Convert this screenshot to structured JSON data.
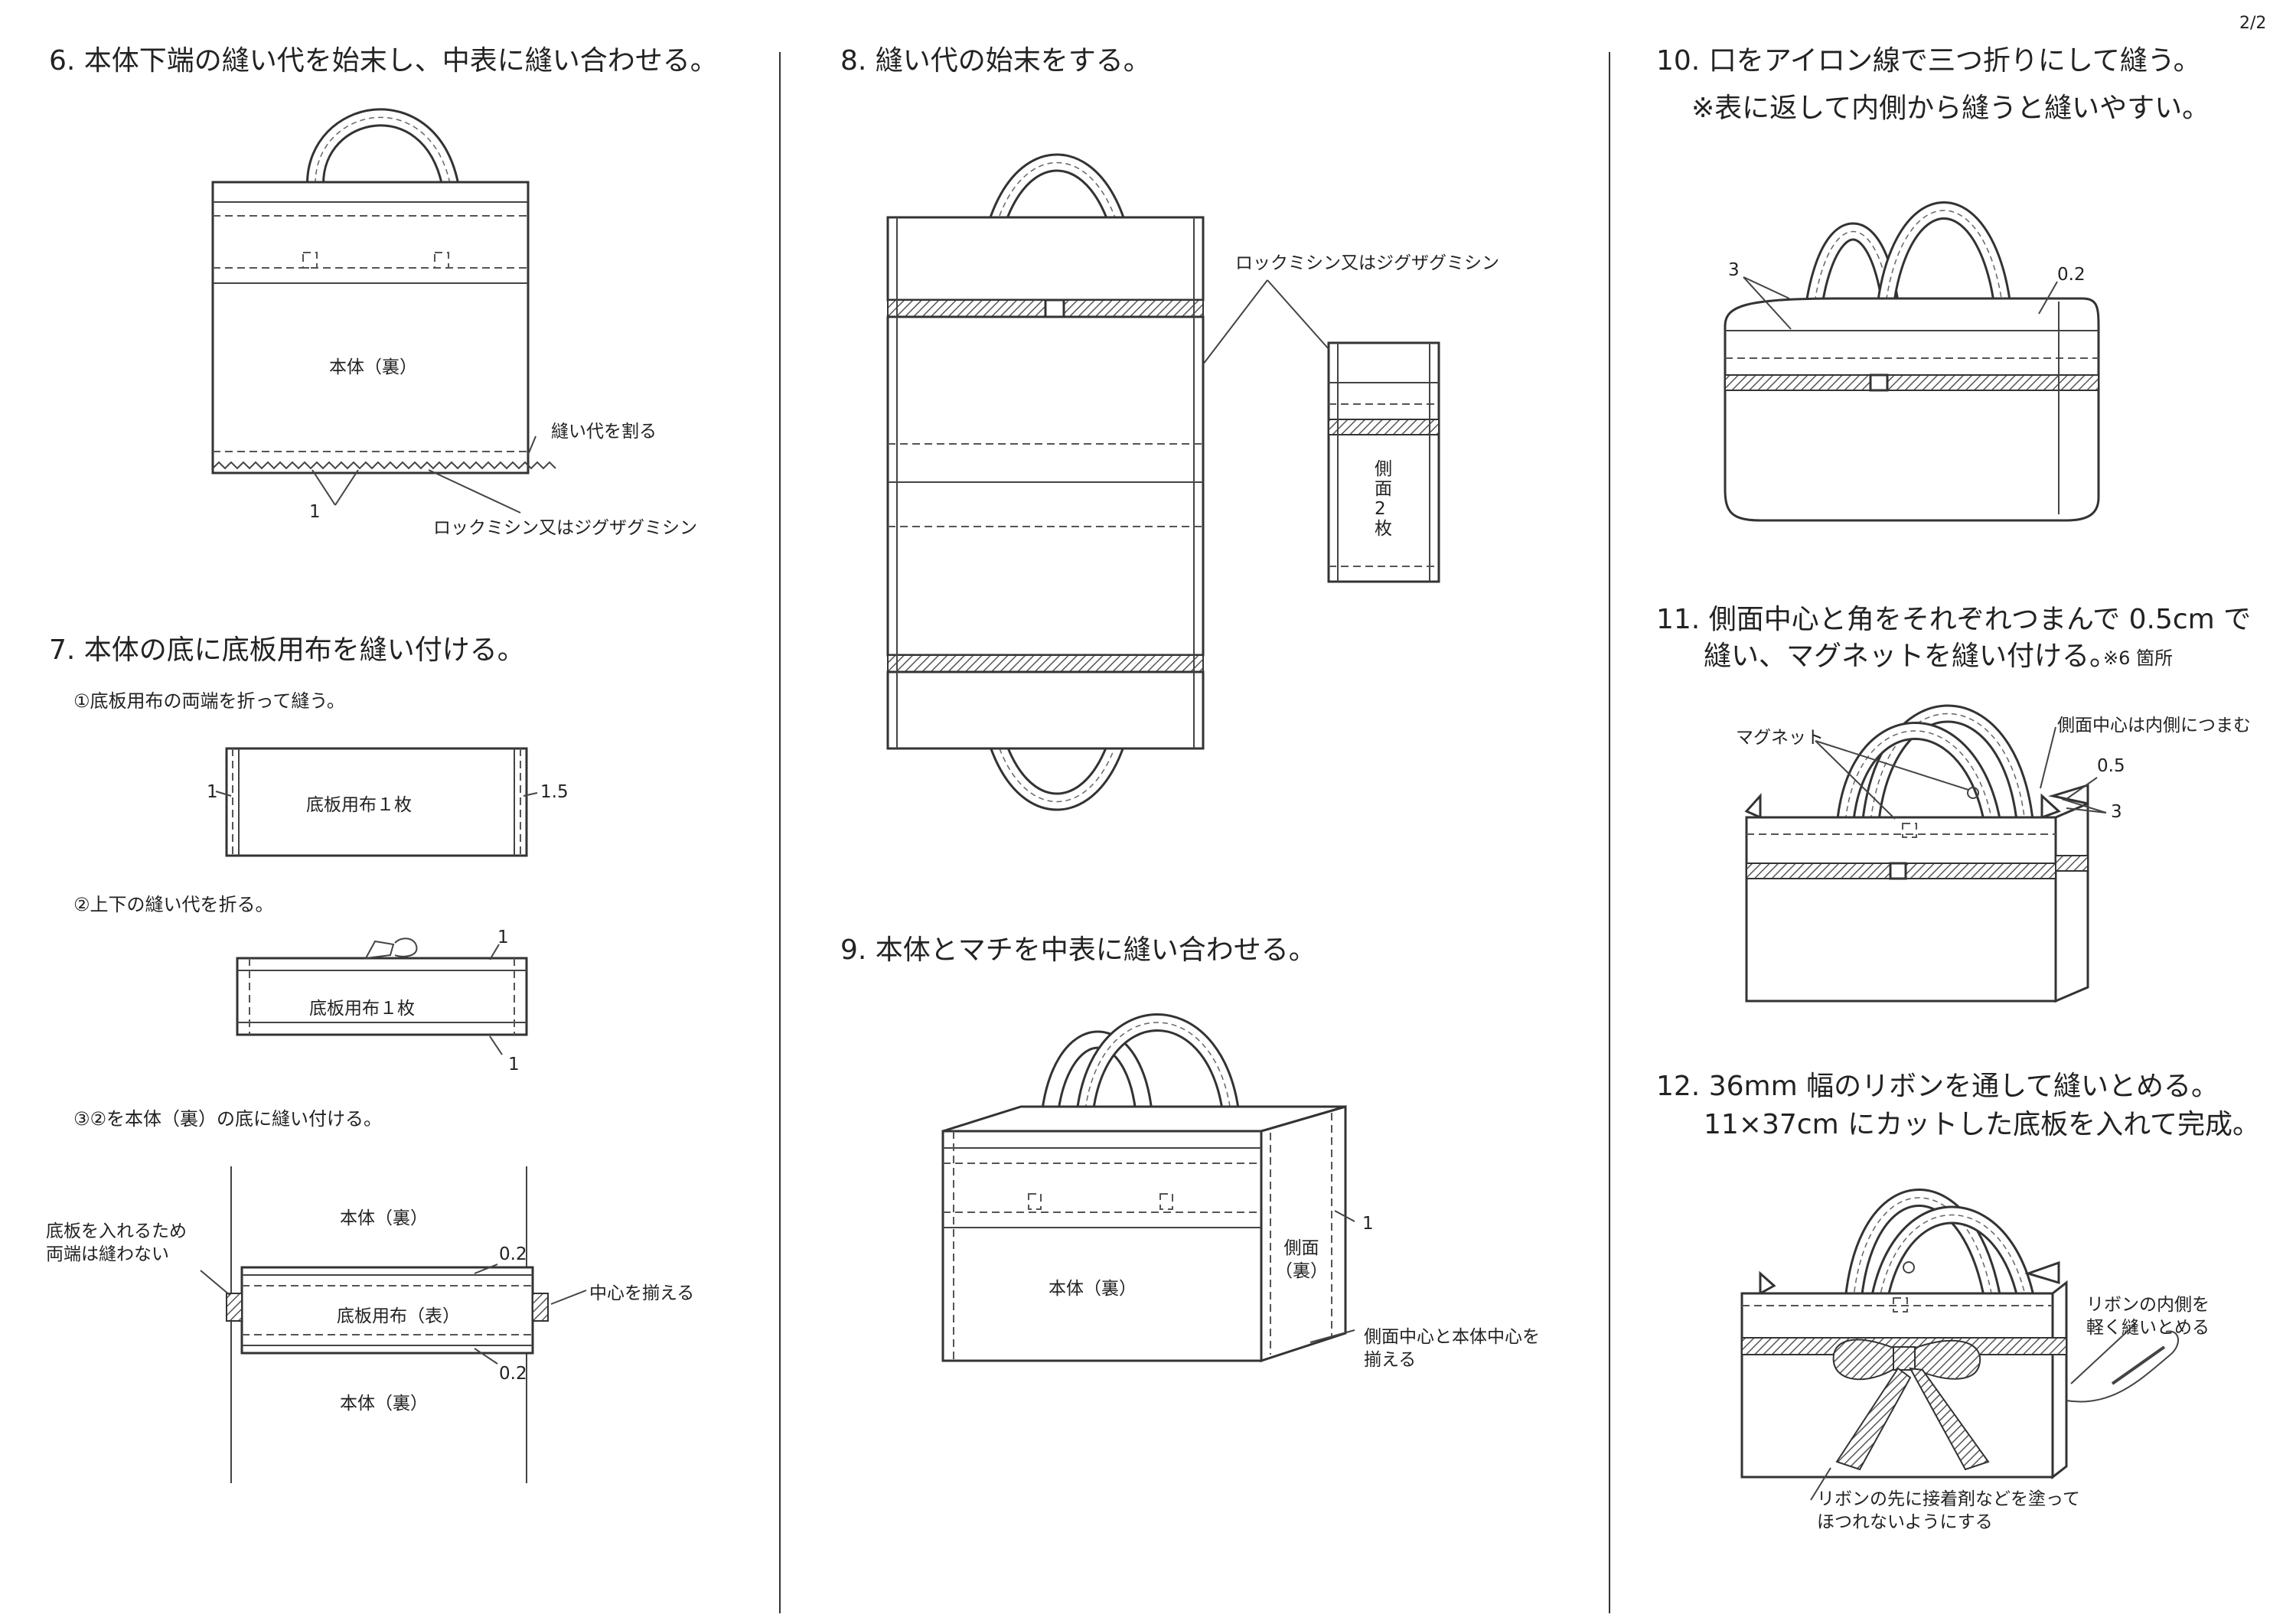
{
  "page_number": "2/2",
  "steps": {
    "s6": {
      "title": "6.  本体下端の縫い代を始末し、中表に縫い合わせる。",
      "labels": {
        "body": "本体（裏）",
        "split": "縫い代を割る",
        "one": "1",
        "lock": "ロックミシン又はジグザグミシン"
      }
    },
    "s7": {
      "title": "7.  本体の底に底板用布を縫い付ける。",
      "sub1": "①底板用布の両端を折って縫う。",
      "sub2": "②上下の縫い代を折る。",
      "sub3": "③②を本体（裏）の底に縫い付ける。",
      "labels": {
        "cloth1": "底板用布１枚",
        "one": "1",
        "onefive": "1.5",
        "cloth2": "底板用布１枚",
        "body_top": "本体（裏）",
        "body_bottom": "本体（裏）",
        "cloth_front": "底板用布（表）",
        "leave_open": "底板を入れるため\n両端は縫わない",
        "align": "中心を揃える",
        "p02": "0.2"
      }
    },
    "s8": {
      "title": "8.  縫い代の始末をする。",
      "labels": {
        "lock": "ロックミシン又はジグザグミシン",
        "side": "側\n面\n2\n枚"
      }
    },
    "s9": {
      "title": "9.  本体とマチを中表に縫い合わせる。",
      "labels": {
        "body": "本体（裏）",
        "side": "側面\n（裏）",
        "one": "1",
        "align": "側面中心と本体中心を\n揃える"
      }
    },
    "s10": {
      "title": "10.  口をアイロン線で三つ折りにして縫う。",
      "note": "※表に返して内側から縫うと縫いやすい。",
      "labels": {
        "three": "3",
        "p02": "0.2"
      }
    },
    "s11": {
      "title": "11.  側面中心と角をそれぞれつまんで 0.5cm で",
      "title2": "縫い、マグネットを縫い付ける。",
      "count": "※6 箇所",
      "labels": {
        "magnet": "マグネット",
        "inner": "側面中心は内側につまむ",
        "p05": "0.5",
        "three": "3"
      }
    },
    "s12": {
      "title": "12.  36mm 幅のリボンを通して縫いとめる。",
      "title2": "11×37cm にカットした底板を入れて完成。",
      "labels": {
        "inner": "リボンの内側を\n軽く縫いとめる",
        "glue": "リボンの先に接着剤などを塗って\nほつれないようにする"
      }
    }
  }
}
